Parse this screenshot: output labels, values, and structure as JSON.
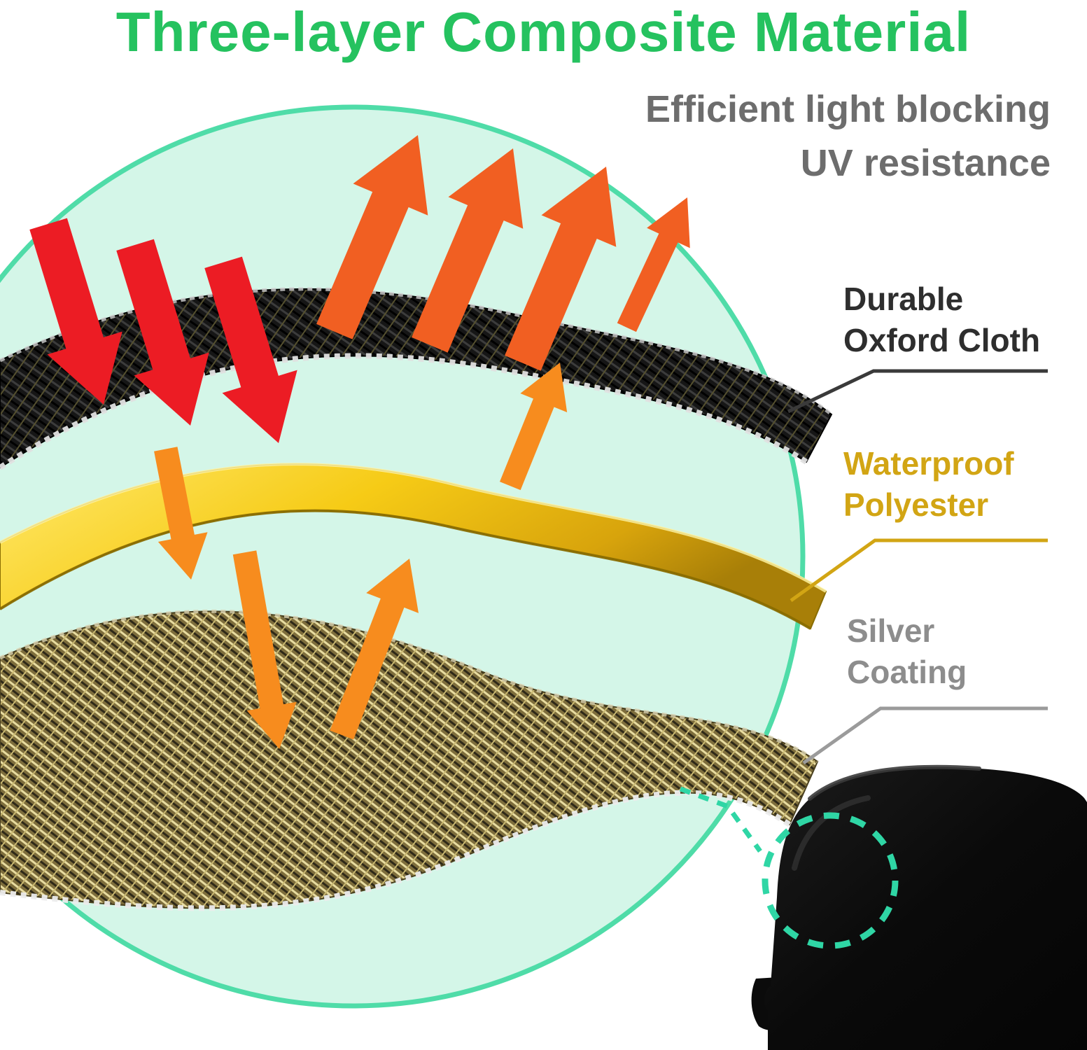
{
  "title": "Three-layer Composite Material",
  "subtitle": {
    "line1": "Efficient light blocking",
    "line2": "UV resistance"
  },
  "layers": [
    {
      "id": "oxford",
      "label_line1": "Durable",
      "label_line2": "Oxford Cloth"
    },
    {
      "id": "polyester",
      "label_line1": "Waterproof",
      "label_line2": "Polyester"
    },
    {
      "id": "silver",
      "label_line1": "Silver",
      "label_line2": "Coating"
    }
  ],
  "icons": {
    "incoming_arrows": "sunlight-down-arrow-icon",
    "reflected_arrows": "light-reflect-up-arrow-icon",
    "zoom_indicator": "dashed-zoom-circle-icon"
  },
  "colors": {
    "title_green": "#25c25f",
    "subtitle_gray": "#6d6d6d",
    "circle_fill": "#d4f6e8",
    "circle_ring": "#4fdca8",
    "teal_accent": "#2fd6a5",
    "incoming_red": "#ec1c24",
    "reflected_orange": "#f15f22",
    "heat_orange": "#f78c1e",
    "oxford_label": "#2e2e2e",
    "polyester_label": "#d2a514",
    "silver_label": "#8d8d8d",
    "background": "#ffffff"
  }
}
